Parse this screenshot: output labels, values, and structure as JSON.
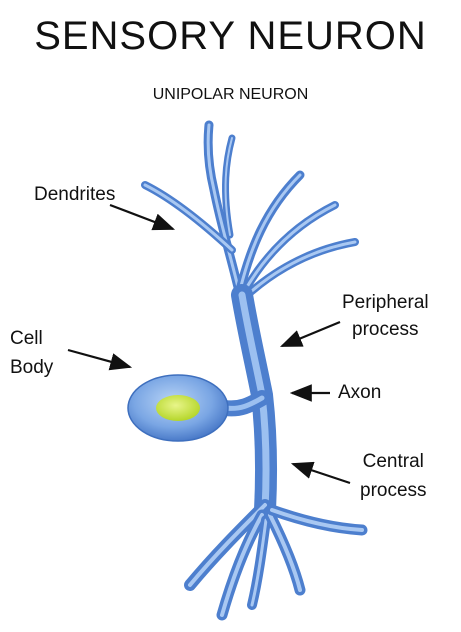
{
  "diagram": {
    "title": "SENSORY NEURON",
    "subtitle": "UNIPOLAR NEURON",
    "labels": {
      "dendrites": "Dendrites",
      "cell_body_line1": "Cell",
      "cell_body_line2": "Body",
      "peripheral_line1": "Peripheral",
      "peripheral_line2": "process",
      "axon": "Axon",
      "central_line1": "Central",
      "central_line2": "process"
    }
  },
  "colors": {
    "neuron_fill": "#6f9fe0",
    "neuron_light": "#a9c8f2",
    "neuron_dark": "#3e6fbe",
    "nucleus": "#c8e63a",
    "arrow": "#111111",
    "text": "#111111"
  }
}
